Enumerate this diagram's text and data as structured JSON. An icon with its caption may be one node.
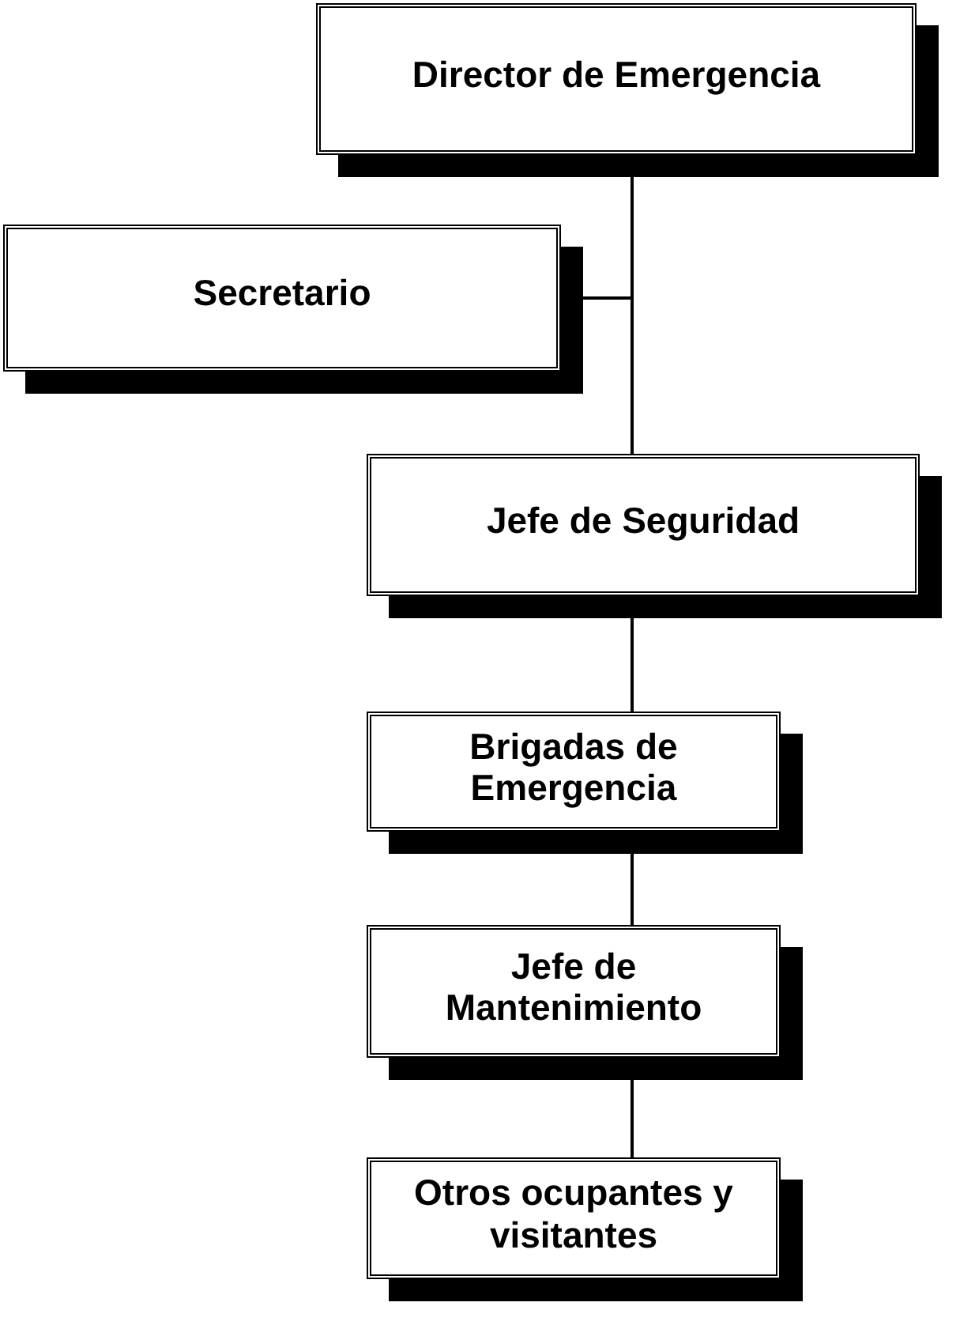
{
  "diagram": {
    "nodes": [
      {
        "text": [
          "Director de Emergencia"
        ]
      },
      {
        "text": [
          "Secretario"
        ]
      },
      {
        "text": [
          "Jefe de Seguridad"
        ]
      },
      {
        "text": [
          "Brigadas de Emergencia"
        ]
      },
      {
        "text": [
          "Jefe de Mantenimiento"
        ]
      },
      {
        "text": [
          "Otros ocupantes y visitantes"
        ]
      }
    ],
    "edges": [
      {
        "from": 0,
        "to": 1,
        "arrow": "none"
      },
      {
        "from": 0,
        "to": 2,
        "arrow": "none"
      },
      {
        "from": 2,
        "to": 3,
        "arrow": "none"
      },
      {
        "from": 3,
        "to": 4,
        "arrow": "none"
      },
      {
        "from": 4,
        "to": 5,
        "arrow": "none"
      }
    ]
  }
}
